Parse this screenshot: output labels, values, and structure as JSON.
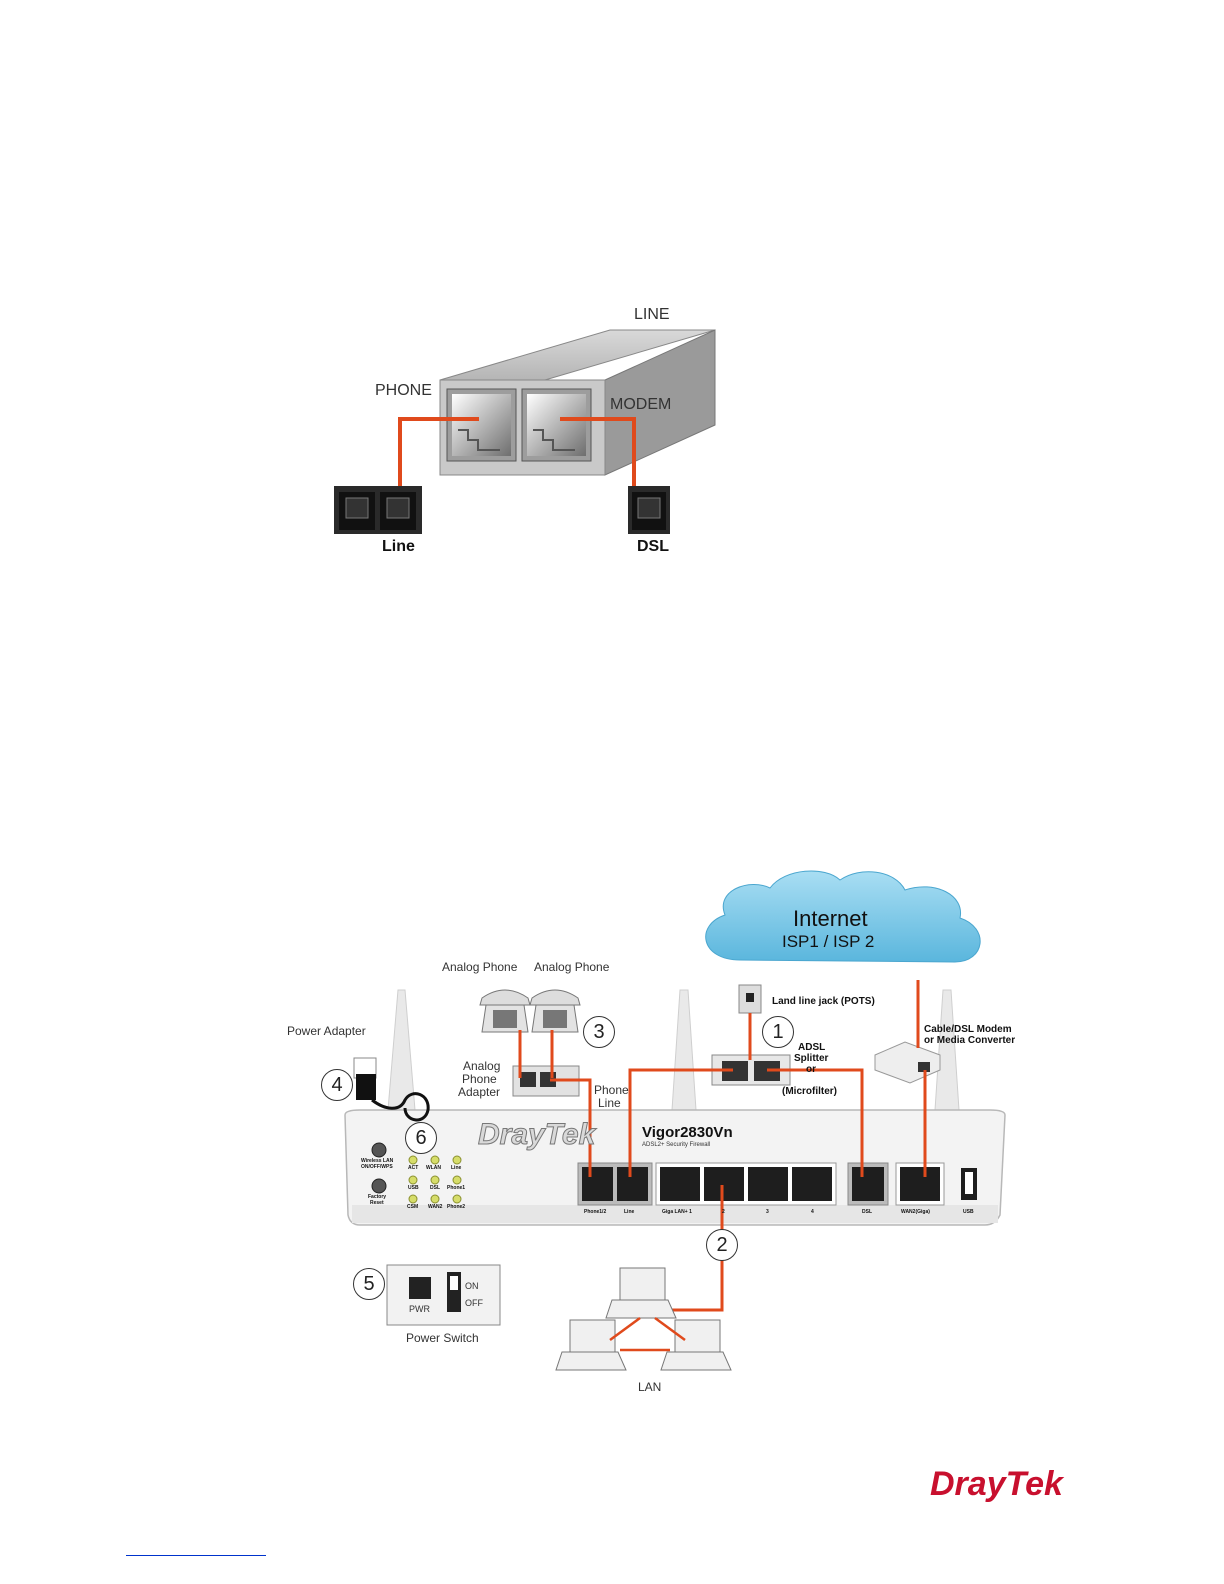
{
  "splitter_figure": {
    "line_label": "LINE",
    "phone_label": "PHONE",
    "modem_label": "MODEM",
    "jack_left_label": "Line",
    "jack_right_label": "DSL"
  },
  "network_figure": {
    "cloud_title": "Internet",
    "cloud_subtitle": "ISP1 / ISP 2",
    "analog_phone_1": "Analog Phone",
    "analog_phone_2": "Analog Phone",
    "power_adapter": "Power Adapter",
    "analog_phone_adapter": [
      "Analog",
      "Phone",
      "Adapter"
    ],
    "phone_line": [
      "Phone",
      "Line"
    ],
    "land_line_jack": "Land line jack (POTS)",
    "adsl_splitter": [
      "ADSL",
      "Splitter",
      "or",
      "(Microfilter)"
    ],
    "cable_modem": [
      "Cable/DSL Modem",
      "or Media Converter"
    ],
    "router_brand": "DrayTek",
    "router_model": "Vigor2830Vn",
    "router_subtitle": "ADSL2+ Security Firewall",
    "wireless_btn": [
      "Wireless LAN",
      "ON/OFF/WPS"
    ],
    "factory_reset": [
      "Factory",
      "Reset"
    ],
    "leds": [
      "ACT",
      "WLAN",
      "Line",
      "USB",
      "DSL",
      "Phone1",
      "CSM",
      "WAN2",
      "Phone2"
    ],
    "ports": [
      "Phone1/2",
      "Line",
      "Giga LAN+ 1",
      "2",
      "3",
      "4",
      "DSL",
      "WAN2(Giga)",
      "USB"
    ],
    "pwr": "PWR",
    "on": "ON",
    "off": "OFF",
    "power_switch": "Power Switch",
    "lan": "LAN",
    "numbers": [
      "1",
      "2",
      "3",
      "4",
      "5",
      "6"
    ]
  },
  "footer": {
    "logo": "DrayTek"
  },
  "colors": {
    "cable": "#e04a1c",
    "cloud": "#7ec8e8",
    "device": "#e8e8e8",
    "brand": "#c8102e"
  }
}
